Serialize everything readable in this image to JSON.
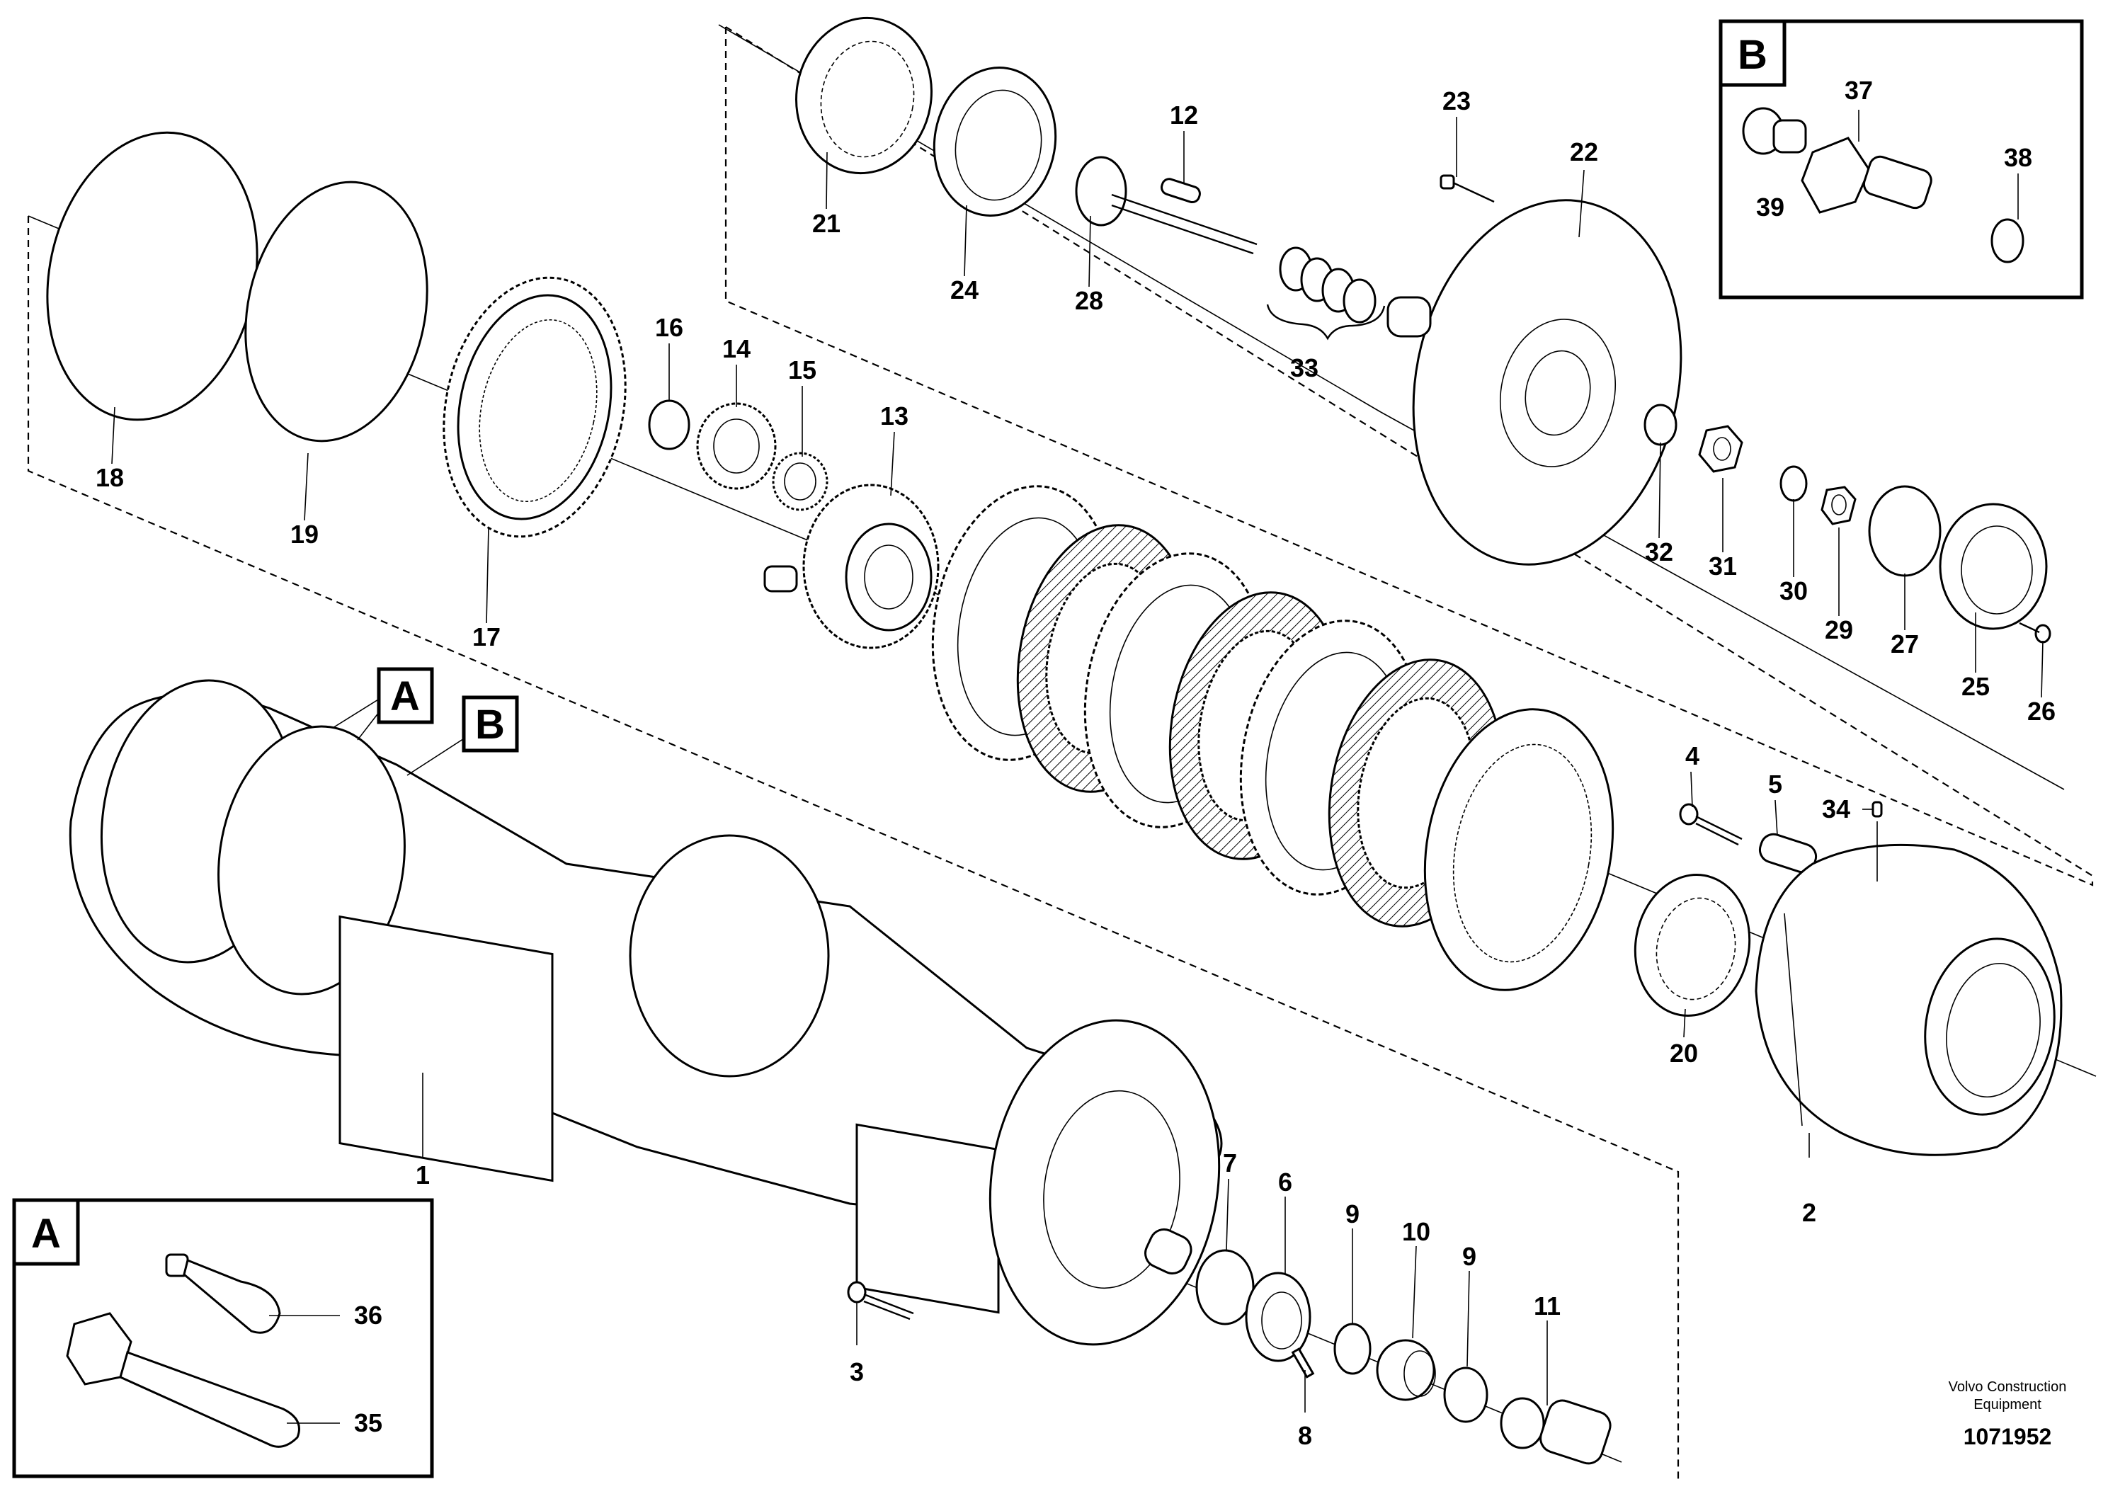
{
  "callouts": [
    "1",
    "2",
    "3",
    "4",
    "5",
    "6",
    "7",
    "8",
    "9",
    "9",
    "10",
    "11",
    "12",
    "13",
    "14",
    "15",
    "16",
    "17",
    "18",
    "19",
    "20",
    "21",
    "22",
    "23",
    "24",
    "25",
    "26",
    "27",
    "28",
    "29",
    "30",
    "31",
    "32",
    "33",
    "34",
    "35",
    "36",
    "37",
    "38",
    "39"
  ],
  "inset_a": {
    "letter": "A"
  },
  "inset_b": {
    "letter": "B"
  },
  "marker_a": "A",
  "marker_b": "B",
  "brand_line1": "Volvo Construction",
  "brand_line2": "Equipment",
  "doc_number": "1071952"
}
